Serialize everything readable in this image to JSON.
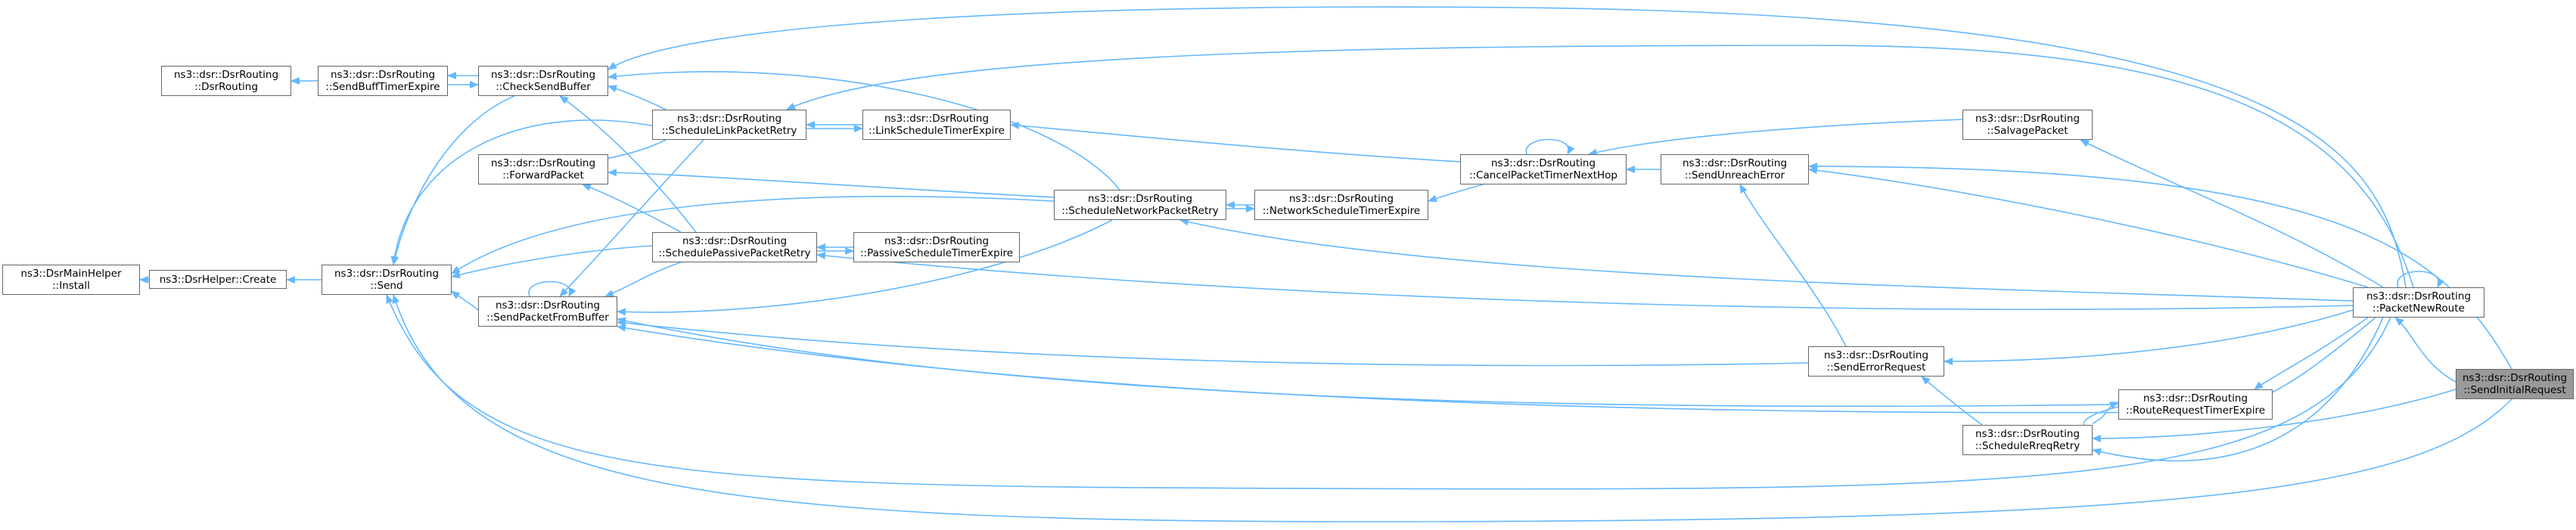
{
  "diagram": {
    "title": "",
    "edge_color": "#63b8ff",
    "node_border_color": "#666666",
    "current_node_fill": "#999999",
    "nodes": {
      "install": {
        "line1": "ns3::DsrMainHelper",
        "line2": "::Install"
      },
      "create": {
        "line1": "ns3::DsrHelper::Create",
        "line2": ""
      },
      "dsrrouting": {
        "line1": "ns3::dsr::DsrRouting",
        "line2": "::DsrRouting"
      },
      "sendbufftimer": {
        "line1": "ns3::dsr::DsrRouting",
        "line2": "::SendBuffTimerExpire"
      },
      "checksendbuffer": {
        "line1": "ns3::dsr::DsrRouting",
        "line2": "::CheckSendBuffer"
      },
      "forwardpacket": {
        "line1": "ns3::dsr::DsrRouting",
        "line2": "::ForwardPacket"
      },
      "send": {
        "line1": "ns3::dsr::DsrRouting",
        "line2": "::Send"
      },
      "sendpktfrombuffer": {
        "line1": "ns3::dsr::DsrRouting",
        "line2": "::SendPacketFromBuffer"
      },
      "schedlinkretry": {
        "line1": "ns3::dsr::DsrRouting",
        "line2": "::ScheduleLinkPacketRetry"
      },
      "schedpassiveretry": {
        "line1": "ns3::dsr::DsrRouting",
        "line2": "::SchedulePassivePacketRetry"
      },
      "linkschedtimer": {
        "line1": "ns3::dsr::DsrRouting",
        "line2": "::LinkScheduleTimerExpire"
      },
      "passiveschedtimer": {
        "line1": "ns3::dsr::DsrRouting",
        "line2": "::PassiveScheduleTimerExpire"
      },
      "schednetretry": {
        "line1": "ns3::dsr::DsrRouting",
        "line2": "::ScheduleNetworkPacketRetry"
      },
      "netschedtimer": {
        "line1": "ns3::dsr::DsrRouting",
        "line2": "::NetworkScheduleTimerExpire"
      },
      "cancelpkttimer": {
        "line1": "ns3::dsr::DsrRouting",
        "line2": "::CancelPacketTimerNextHop"
      },
      "sendunreach": {
        "line1": "ns3::dsr::DsrRouting",
        "line2": "::SendUnreachError"
      },
      "salvage": {
        "line1": "ns3::dsr::DsrRouting",
        "line2": "::SalvagePacket"
      },
      "senderror": {
        "line1": "ns3::dsr::DsrRouting",
        "line2": "::SendErrorRequest"
      },
      "schedreqretry": {
        "line1": "ns3::dsr::DsrRouting",
        "line2": "::ScheduleRreqRetry"
      },
      "routereqtimer": {
        "line1": "ns3::dsr::DsrRouting",
        "line2": "::RouteRequestTimerExpire"
      },
      "packetnewroute": {
        "line1": "ns3::dsr::DsrRouting",
        "line2": "::PacketNewRoute"
      },
      "sendinitial": {
        "line1": "ns3::dsr::DsrRouting",
        "line2": "::SendInitialRequest"
      }
    }
  }
}
